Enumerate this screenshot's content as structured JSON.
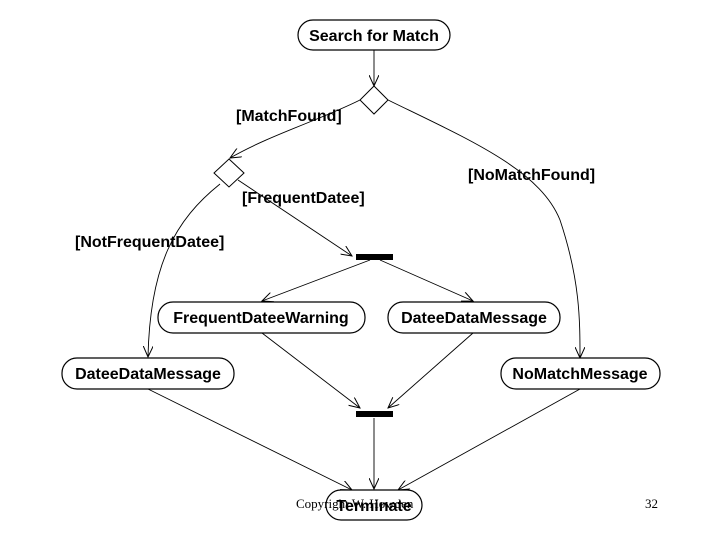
{
  "diagram": {
    "nodes": {
      "start": "Search for Match",
      "frequent_warning": "FrequentDateeWarning",
      "datee_message_right": "DateeDataMessage",
      "datee_message_left": "DateeDataMessage",
      "no_match": "NoMatchMessage",
      "terminate": "Terminate"
    },
    "guards": {
      "match_found": "[MatchFound]",
      "no_match_found": "[NoMatchFound]",
      "frequent": "[FrequentDatee]",
      "not_frequent": "[NotFrequentDatee]"
    }
  },
  "footer": {
    "copyright": "Copyright W. Howden",
    "slide_number": "32"
  }
}
